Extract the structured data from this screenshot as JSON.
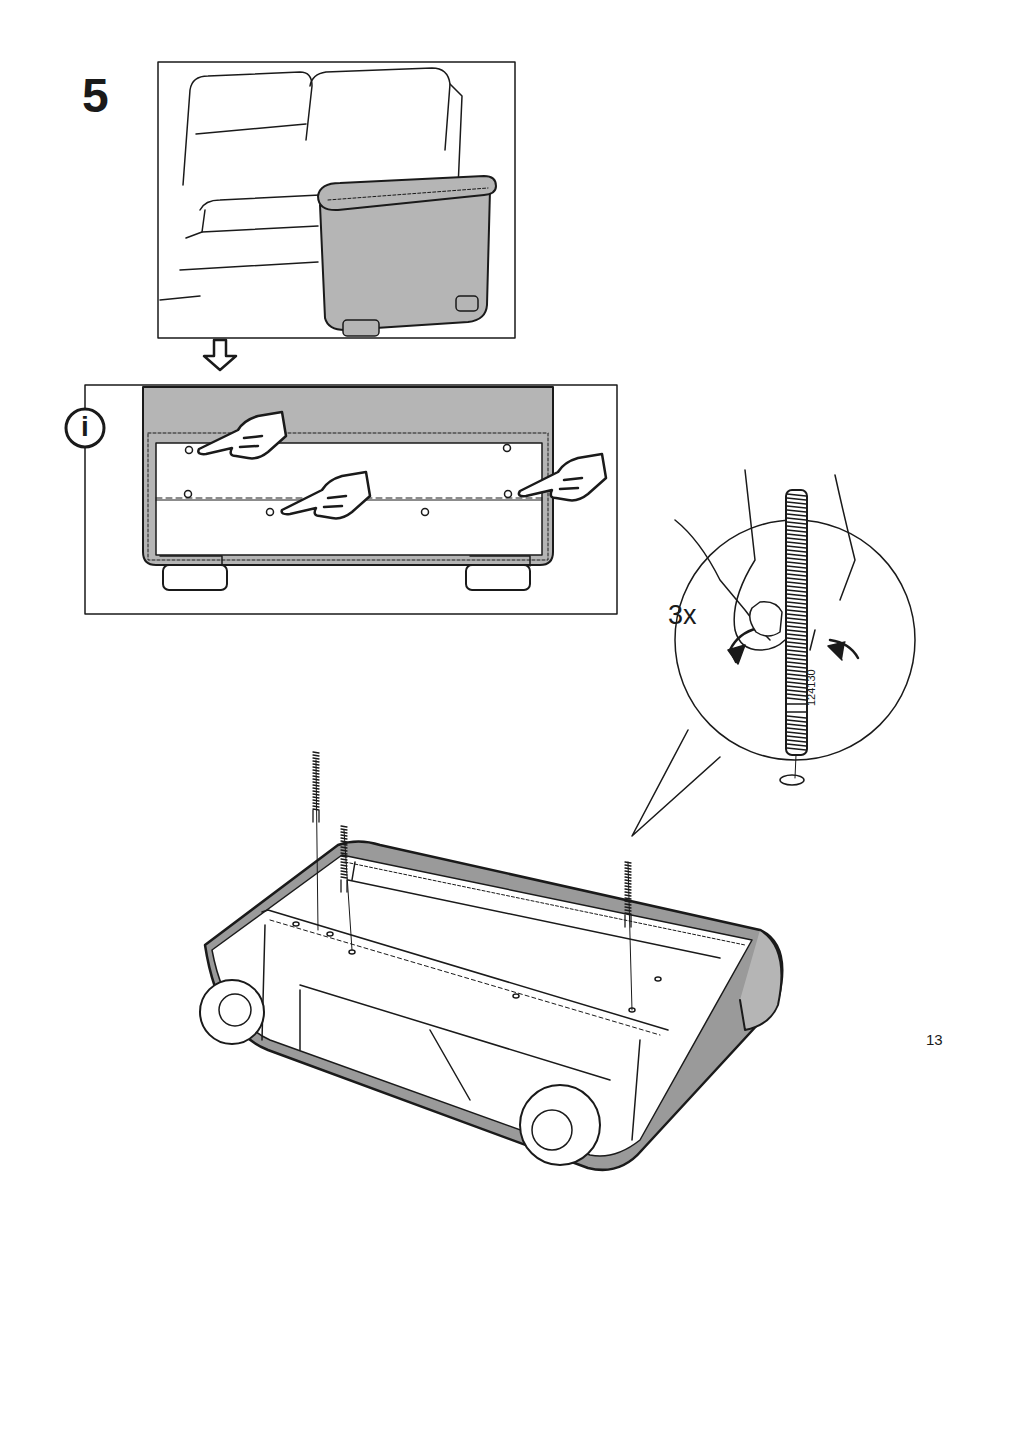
{
  "diagram": {
    "labels": [
      "5",
      "i",
      "3x",
      "124130",
      "13"
    ]
  }
}
